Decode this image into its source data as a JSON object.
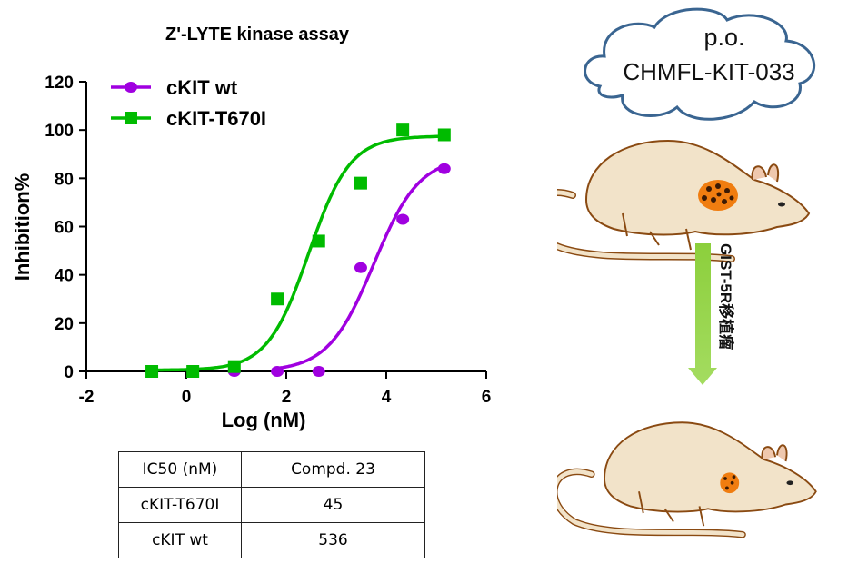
{
  "chart_data": {
    "type": "scatter",
    "title": "Z'-LYTE kinase assay",
    "xlabel": "Log (nM)",
    "ylabel": "Inhibition%",
    "xlim": [
      -2,
      6
    ],
    "ylim": [
      0,
      120
    ],
    "xticks": [
      -2,
      0,
      2,
      4,
      6
    ],
    "yticks": [
      0,
      20,
      40,
      60,
      80,
      100,
      120
    ],
    "legend_position": "top-left",
    "series": [
      {
        "name": "cKIT wt",
        "marker": "circle",
        "color": "#a000e0",
        "x": [
          0.96,
          1.82,
          2.65,
          3.49,
          4.33,
          5.16
        ],
        "y": [
          0,
          0,
          0,
          43,
          63,
          84
        ],
        "fit": {
          "bottom": 0,
          "top": 89,
          "logIC50": 3.75,
          "hill": 0.95,
          "xstart": 1.82,
          "xend": 5.16
        }
      },
      {
        "name": "cKIT-T670I",
        "marker": "square",
        "color": "#00bb00",
        "x": [
          -0.69,
          0.13,
          0.96,
          1.82,
          2.65,
          3.49,
          4.33,
          5.16
        ],
        "y": [
          0,
          0,
          2,
          30,
          54,
          78,
          100,
          98
        ],
        "fit": {
          "bottom": 0.5,
          "top": 97.5,
          "logIC50": 2.45,
          "hill": 1.05,
          "xstart": -0.69,
          "xend": 5.16
        }
      }
    ]
  },
  "table": {
    "header": [
      "IC50 (nM)",
      "Compd. 23"
    ],
    "rows": [
      [
        "cKIT-T670I",
        "45"
      ],
      [
        "cKIT wt",
        "536"
      ]
    ]
  },
  "diagram": {
    "cloud_line1": "p.o.",
    "cloud_line2": "CHMFL-KIT-033",
    "arrow_label": "GIST-5R移植瘤",
    "arrow_color": "#8ccf3c",
    "cloud_color": "#3a6591"
  }
}
